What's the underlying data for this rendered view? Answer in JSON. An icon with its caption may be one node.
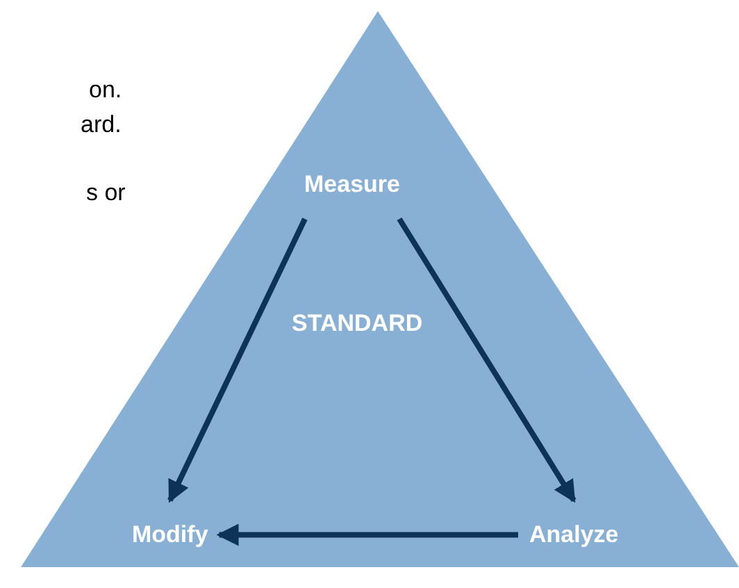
{
  "diagram": {
    "nodes": [
      {
        "text": [
          "STANDARD"
        ]
      },
      {
        "text": [
          "Measure"
        ],
        "in": 0
      },
      {
        "text": [
          "Modify"
        ],
        "in": 0
      },
      {
        "text": [
          "Analyze"
        ],
        "in": 0
      }
    ],
    "edges": [
      {
        "from": 1,
        "to": 2,
        "arrow": "to"
      },
      {
        "from": 1,
        "to": 3,
        "arrow": "to"
      },
      {
        "from": 3,
        "to": 2,
        "arrow": "to"
      }
    ],
    "labels": [
      "on.",
      "ard.",
      "s or"
    ]
  }
}
